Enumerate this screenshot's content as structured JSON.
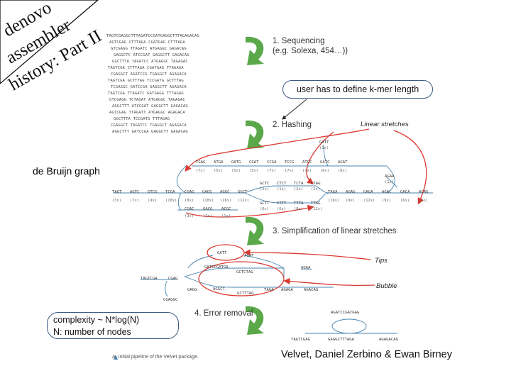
{
  "corner": {
    "line1": "denovo",
    "line2": "assembler",
    "line3": "history: Part II",
    "fill_color": "#ffffff",
    "edge_color": "#000000"
  },
  "steps": {
    "sequencing_line1": "1. Sequencing",
    "sequencing_line2": "(e.g. Solexa, 454…))",
    "hashing": "2. Hashing",
    "simplification": "3. Simplification of linear stretches",
    "error_removal": "4. Error removal"
  },
  "callouts": {
    "kmer": "user has to define k-mer length",
    "complexity_line1": "complexity ~ N*log(N)",
    "complexity_line2": "N: number of nodes",
    "border_color": "#3d5a82"
  },
  "labels": {
    "de_bruijn": "de Bruijn graph",
    "linear_stretches": "Linear stretches",
    "tips": "Tips",
    "bubble": "Bubble",
    "credit": "Velvet, Daniel Zerbino & Ewan Birney",
    "caption": "A. Initial pipeline of the Velvet package."
  },
  "colors": {
    "arrow_green": "#5aa84a",
    "red": "#d93a32",
    "graph_blue": "#4a86b0"
  },
  "reads": [
    "TAGTCGAGGCTTTAGATCCGATGAGGCTTTAGAGACAG",
    "AGTCGAG CTTTAGA  CGATGAG CTTTAGA",
    "GTCGAGG TTAGATC  ATGAGGC     GAGACAG",
    "GAGGCTC    ATCCGAT GAGGCTT  GAGACAG",
    "GGCTTTA  TAGATCC ATGAGGC   TAGAGAC",
    "TAGTCGA  CTTTAGA CGATGAG     TTAGAGA",
    "CGAGGCT  AGATCCG TGAGGCT  AGAGACA",
    "TAGTCGA GCTTTAG TCCGATG  GCTTTAG",
    "TCGAGGC    GATCCGA GAGGCTT AGAGACA",
    "TAGTCGA    TTAGATC GATGAGG  TTTAGAG",
    "GTCGAGG  TCTAGAT   ATGAGGC  TAGAGAC",
    "AGGCTTT   ATCCGAT GAGGCTT  GAGACAG",
    "AGTCGAG  TTAGATT  ATGAGGC  AGAGACA",
    "GGCTTTA  TCCGATG      TTTAGAG",
    "CGAGGCT TAGATCC TGAGGCT  AGAGACA",
    "AGGCTTT  GATCCGA GAGGCTT  GAGACAG"
  ],
  "graph": {
    "top_row": [
      {
        "seq": "TGAG",
        "n": "(7x)"
      },
      {
        "seq": "ATGA",
        "n": "(5x)"
      },
      {
        "seq": "GATG",
        "n": "(5x)"
      },
      {
        "seq": "CGAT",
        "n": "(5x)"
      },
      {
        "seq": "CCGA",
        "n": "(7x)"
      },
      {
        "seq": "TCCG",
        "n": "(7x)"
      },
      {
        "seq": "ATCC",
        "n": "(7x)"
      },
      {
        "seq": "GATC",
        "n": "(6x)"
      },
      {
        "seq": "AGAT",
        "n": "(8x)"
      }
    ],
    "tip_top": {
      "seq": "GATT",
      "n": "(1x)"
    },
    "tip_right": {
      "seq": "AGAA",
      "n": "(1x)"
    },
    "main_row": [
      {
        "seq": "TAGT",
        "n": "(3x)"
      },
      {
        "seq": "AGTC",
        "n": "(7x)"
      },
      {
        "seq": "GTCG",
        "n": "(9x)"
      },
      {
        "seq": "TCGA",
        "n": "(10x)"
      },
      {
        "seq": "CGAG",
        "n": "(8x)"
      },
      {
        "seq": "GAGG",
        "n": "(10x)"
      },
      {
        "seq": "AGGC",
        "n": "(16x)"
      },
      {
        "seq": "GGCT",
        "n": "(11x)"
      }
    ],
    "main_row_right": [
      {
        "seq": "TAGA",
        "n": "(16x)"
      },
      {
        "seq": "AGAG",
        "n": "(9x)"
      },
      {
        "seq": "GAGA",
        "n": "(12x)"
      },
      {
        "seq": "AGAC",
        "n": "(9x)"
      },
      {
        "seq": "GACA",
        "n": "(6x)"
      },
      {
        "seq": "ACAG",
        "n": "(5x)"
      }
    ],
    "mid_upper": [
      {
        "seq": "GCTC",
        "n": "(2x)"
      },
      {
        "seq": "CTCT",
        "n": "(1x)"
      },
      {
        "seq": "TCTA",
        "n": "(2x)"
      },
      {
        "seq": "CTAG",
        "n": "(2x)"
      }
    ],
    "mid_lower": [
      {
        "seq": "GCTT",
        "n": "(6x)"
      },
      {
        "seq": "CTTT",
        "n": "(6x)"
      },
      {
        "seq": "TTTA",
        "n": "(8x)"
      },
      {
        "seq": "TTAG",
        "n": "(12x)"
      }
    ],
    "lower_branch": [
      {
        "seq": "CGAC",
        "n": "(3x)"
      },
      {
        "seq": "GACG",
        "n": "(1x)"
      },
      {
        "seq": "ACGC",
        "n": "(1x)"
      }
    ]
  },
  "simplified": {
    "gatt": "GATT",
    "agat": "AGAT",
    "gatcc": "GATCCGATGA",
    "gctctag": "GCTCTAG",
    "agaa": "AGAA",
    "tagtcga": "TAGTCGA",
    "cgag": "CGAG",
    "gagg": "GAGG",
    "aggct": "AGGCT",
    "gcttag": "GCTTTAG",
    "taga": "TAGA",
    "agaga": "AGAGA",
    "agacag": "AGACAG",
    "cgaggc": "CGAGGC"
  },
  "error_removed": {
    "top": "AGATCCGATGAG",
    "left": "TAGTCGAG",
    "mid": "GAGGCTTTAGA",
    "right": "AGAGACAG"
  }
}
